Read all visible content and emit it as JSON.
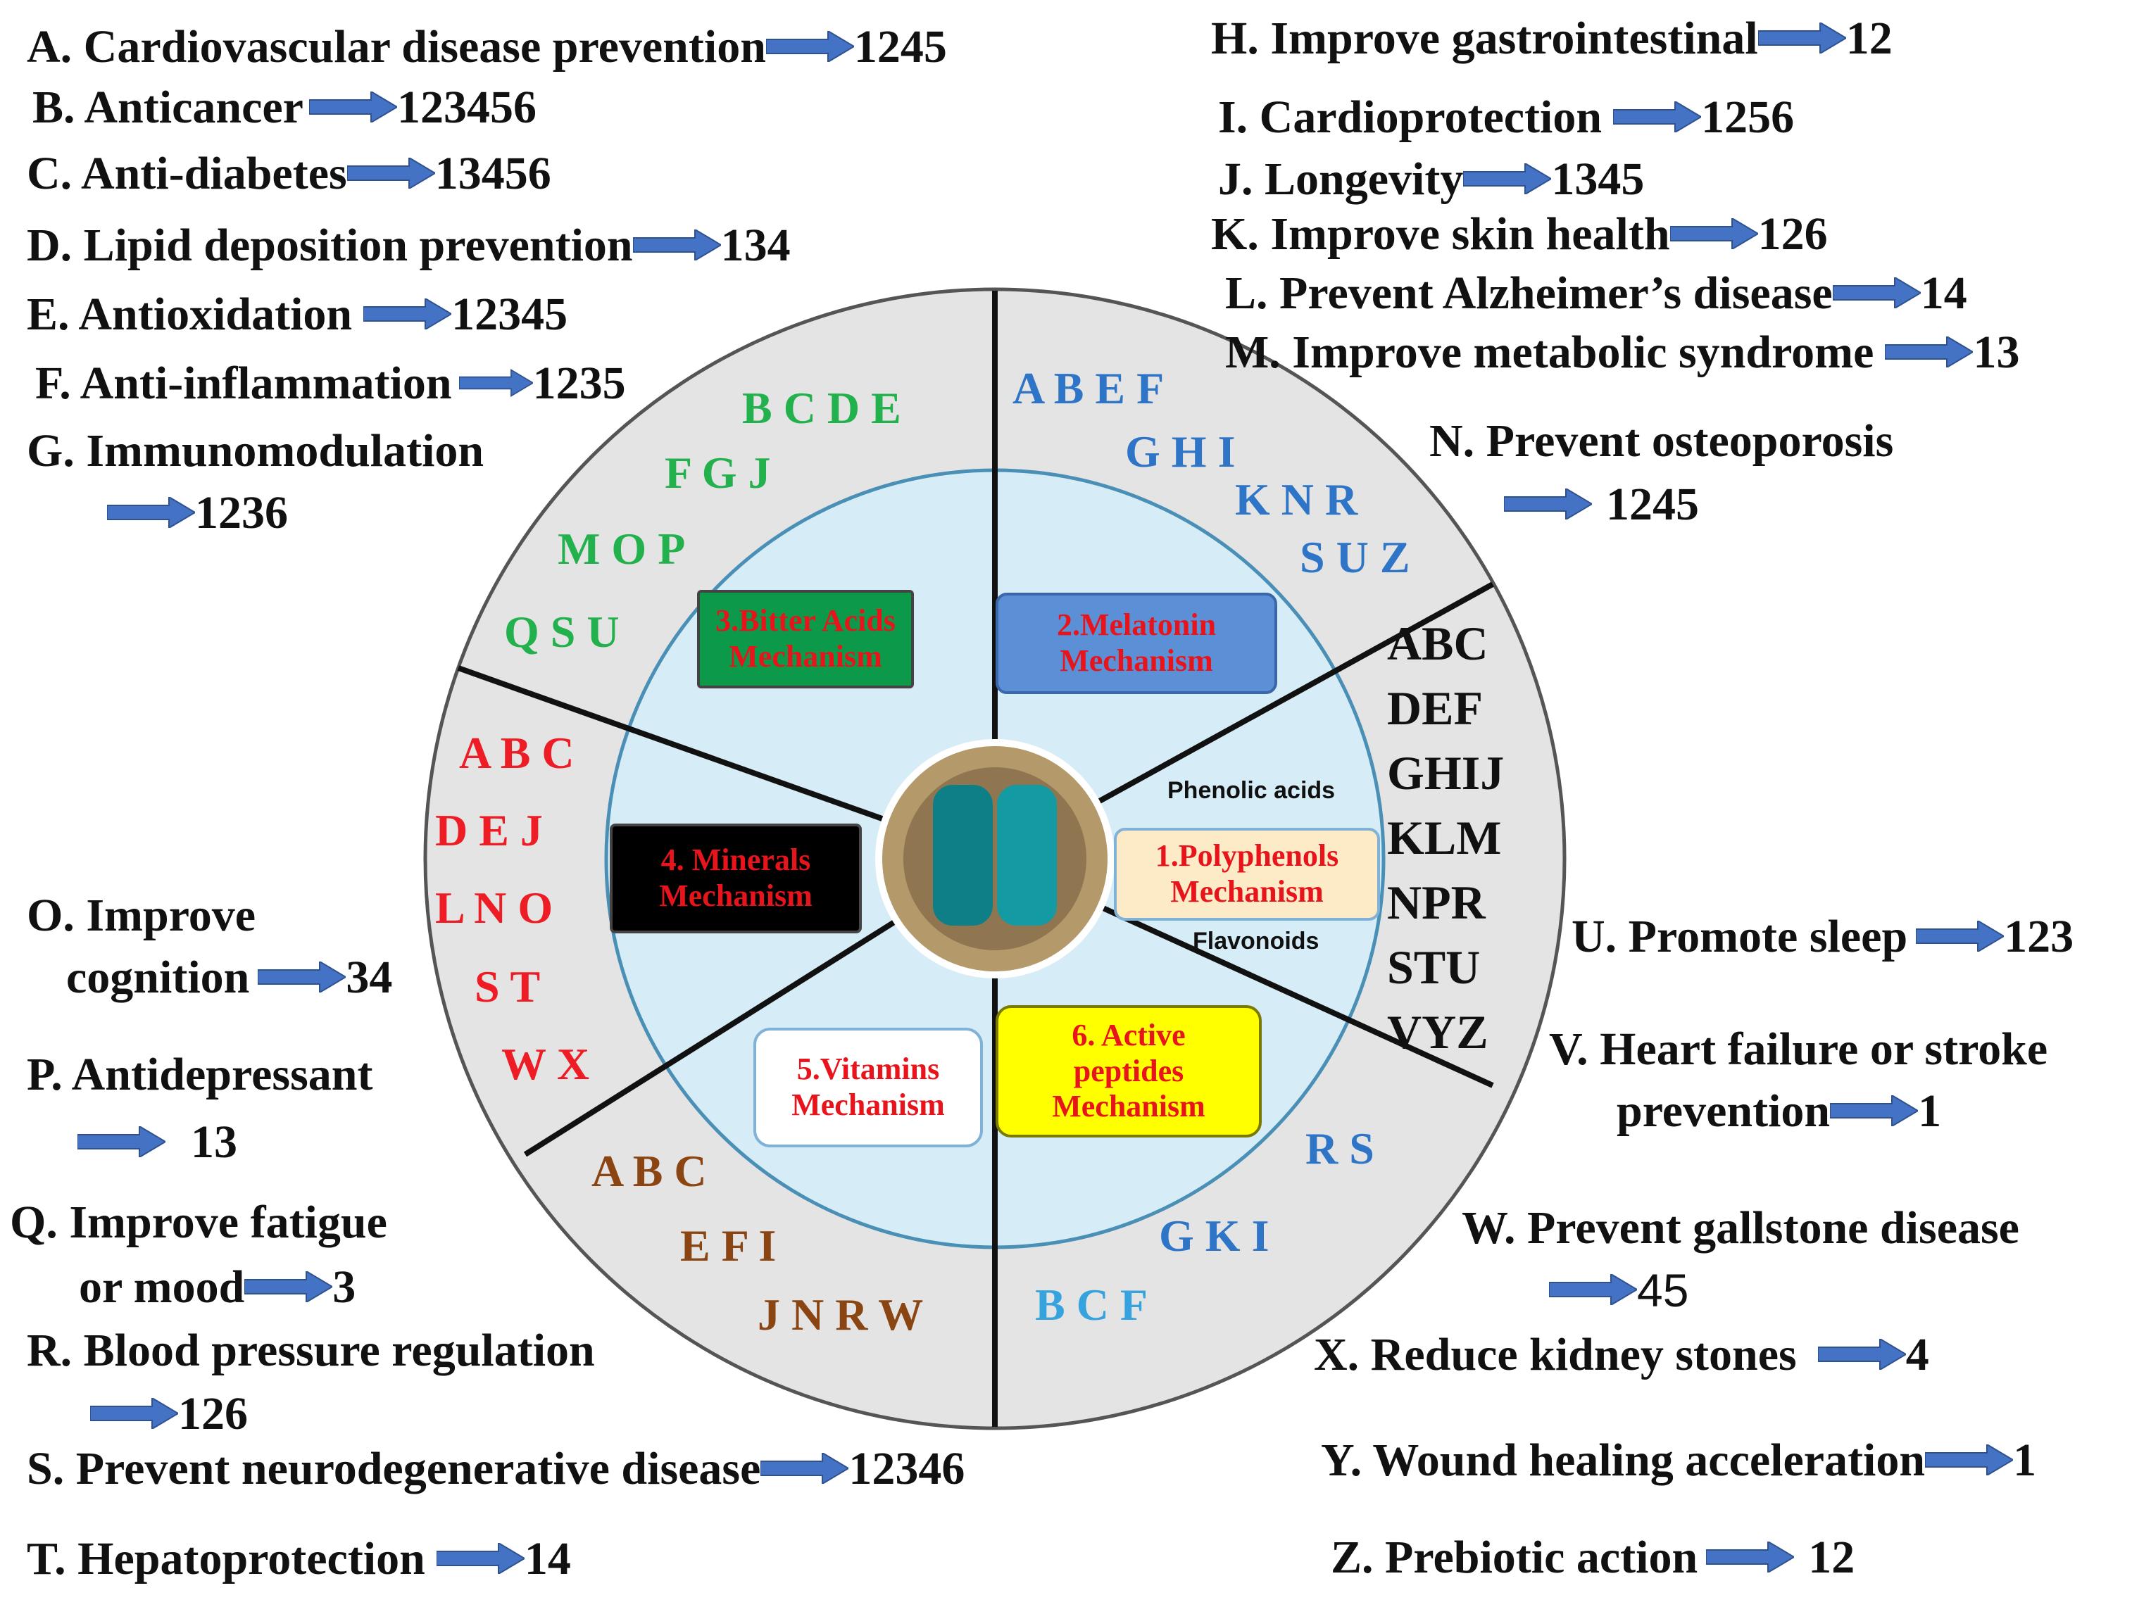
{
  "colors": {
    "arrow": "#4472c4",
    "outer_ring": "#e4e4e4",
    "inner_ring": "#d6ecf6",
    "green": "#22b14c",
    "blue": "#2e75c7",
    "red": "#ee1c24",
    "brown": "#8b4513",
    "lightblue": "#36a3df"
  },
  "left_items": [
    {
      "label": "A. Cardiovascular disease prevention",
      "num": "1245"
    },
    {
      "label": "B. Anticancer",
      "num": "123456"
    },
    {
      "label": "C. Anti-diabetes",
      "num": "13456"
    },
    {
      "label": "D. Lipid deposition prevention",
      "num": "134"
    },
    {
      "label": "E. Antioxidation",
      "num": "12345"
    },
    {
      "label": "F. Anti-inflammation",
      "num": "1235"
    },
    {
      "label": "G. Immunomodulation",
      "num": "1236"
    },
    {
      "label": "O. Improve",
      "label2": "cognition",
      "num": "34"
    },
    {
      "label": "P. Antidepressant",
      "num": "13"
    },
    {
      "label": "Q. Improve fatigue",
      "label2": "or mood",
      "num": "3"
    },
    {
      "label": "R. Blood pressure regulation",
      "num": "126"
    },
    {
      "label": "S. Prevent neurodegenerative disease",
      "num": "12346"
    },
    {
      "label": "T. Hepatoprotection",
      "num": "14"
    }
  ],
  "right_items": [
    {
      "label": "H. Improve gastrointestinal",
      "num": "12"
    },
    {
      "label": "I. Cardioprotection",
      "num": "1256"
    },
    {
      "label": "J. Longevity",
      "num": "1345"
    },
    {
      "label": "K. Improve skin health",
      "num": "126"
    },
    {
      "label": "L. Prevent Alzheimer’s disease",
      "num": "14"
    },
    {
      "label": "M. Improve metabolic syndrome",
      "num": "13"
    },
    {
      "label": "N. Prevent osteoporosis",
      "num": "1245"
    },
    {
      "label": "U. Promote sleep",
      "num": "123"
    },
    {
      "label": "V. Heart failure or stroke",
      "label2": "prevention",
      "num": "1"
    },
    {
      "label": "W. Prevent gallstone disease",
      "num": "45"
    },
    {
      "label": "X. Reduce kidney stones",
      "num": "4"
    },
    {
      "label": "Y. Wound healing acceleration",
      "num": "1"
    },
    {
      "label": "Z. Prebiotic action",
      "num": "12"
    }
  ],
  "mechanisms": {
    "m1": {
      "line1": "1.Polyphenols",
      "line2": "Mechanism"
    },
    "m2": {
      "line1": "2.Melatonin",
      "line2": "Mechanism"
    },
    "m3": {
      "line1": "3.Bitter Acids",
      "line2": "Mechanism"
    },
    "m4": {
      "line1": "4. Minerals",
      "line2": "Mechanism"
    },
    "m5": {
      "line1": "5.Vitamins",
      "line2": "Mechanism"
    },
    "m6": {
      "line1": "6. Active",
      "line2": "peptides",
      "line3": "Mechanism"
    }
  },
  "polyphenol_sub": {
    "top": "Phenolic acids",
    "bottom": "Flavonoids"
  },
  "segments": {
    "s1": [
      "ABC",
      "DEF",
      "GHIJ",
      "KLM",
      "NPR",
      "STU",
      "VYZ"
    ],
    "s2": [
      "A B E F",
      "G H I",
      "K N R",
      "S U Z"
    ],
    "s3": [
      "B C D E",
      "F G J",
      "M O P",
      "Q S U"
    ],
    "s4": [
      "A B C",
      "D E J",
      "L N O",
      "S T",
      "W X"
    ],
    "s5": [
      "A B C",
      "E F I",
      "J N R W"
    ],
    "s6a": [
      "R S",
      "G K I"
    ],
    "s6b": [
      "B C F"
    ]
  }
}
